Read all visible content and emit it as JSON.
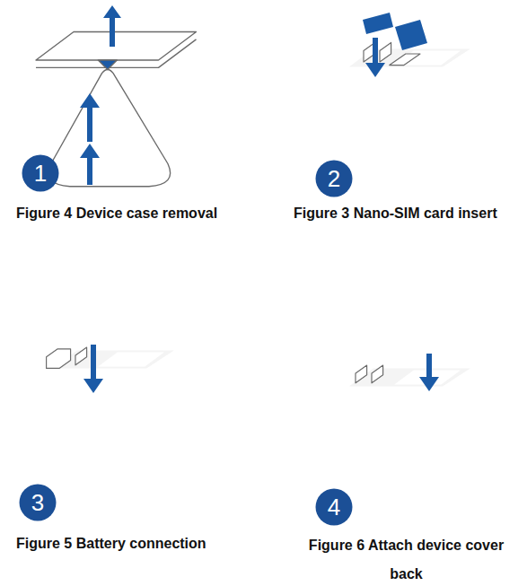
{
  "diagram": {
    "nodes": [
      {
        "text": [
          "1"
        ]
      },
      {
        "text": [
          "2"
        ]
      },
      {
        "text": [
          "3"
        ]
      },
      {
        "text": [
          "4"
        ]
      }
    ],
    "labels": [
      "Figure 4 Device case removal",
      "Figure 3 Nano-SIM card insert",
      "Figure 5 Battery connection",
      "Figure 6 Attach device cover back"
    ]
  }
}
